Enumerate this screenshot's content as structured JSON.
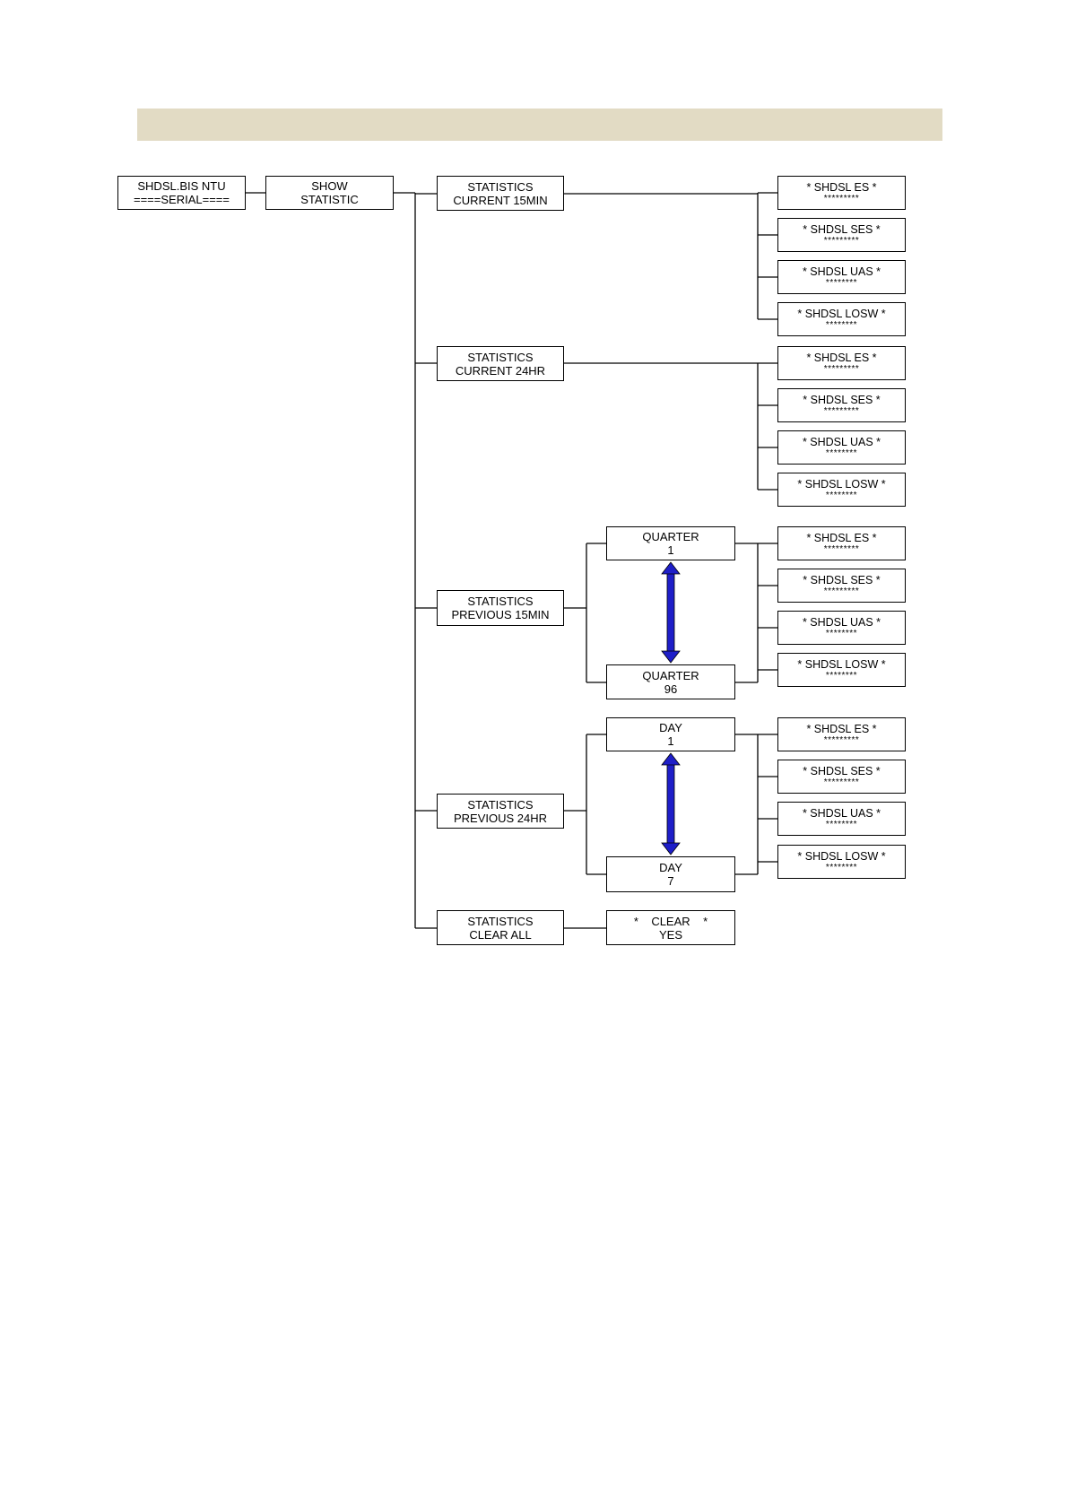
{
  "header": {
    "band_color": "#e2dbc4"
  },
  "colors": {
    "line": "#000000",
    "arrow": "#1e1ec8",
    "box_border": "#000000"
  },
  "diagram": {
    "root": {
      "line1": "SHDSL.BIS  NTU",
      "line2": "====SERIAL===="
    },
    "show": {
      "line1": "SHOW",
      "line2": "STATISTIC"
    },
    "menu": [
      {
        "line1": "STATISTICS",
        "line2": "CURRENT 15MIN",
        "leaves": [
          {
            "line1": "* SHDSL ES *",
            "line2": "*********"
          },
          {
            "line1": "* SHDSL SES *",
            "line2": "*********"
          },
          {
            "line1": "* SHDSL UAS *",
            "line2": "********"
          },
          {
            "line1": "* SHDSL LOSW *",
            "line2": "********"
          }
        ]
      },
      {
        "line1": "STATISTICS",
        "line2": "CURRENT 24HR",
        "leaves": [
          {
            "line1": "* SHDSL ES *",
            "line2": "*********"
          },
          {
            "line1": "* SHDSL SES *",
            "line2": "*********"
          },
          {
            "line1": "* SHDSL UAS *",
            "line2": "********"
          },
          {
            "line1": "* SHDSL LOSW *",
            "line2": "********"
          }
        ]
      },
      {
        "line1": "STATISTICS",
        "line2": "PREVIOUS 15MIN",
        "range": [
          {
            "line1": "QUARTER",
            "line2": "1"
          },
          {
            "line1": "QUARTER",
            "line2": "96"
          }
        ],
        "leaves": [
          {
            "line1": "* SHDSL ES *",
            "line2": "*********"
          },
          {
            "line1": "* SHDSL SES *",
            "line2": "*********"
          },
          {
            "line1": "* SHDSL UAS *",
            "line2": "********"
          },
          {
            "line1": "* SHDSL LOSW *",
            "line2": "********"
          }
        ]
      },
      {
        "line1": "STATISTICS",
        "line2": "PREVIOUS 24HR",
        "range": [
          {
            "line1": "DAY",
            "line2": "1"
          },
          {
            "line1": "DAY",
            "line2": "7"
          }
        ],
        "leaves": [
          {
            "line1": "* SHDSL ES *",
            "line2": "*********"
          },
          {
            "line1": "* SHDSL SES *",
            "line2": "*********"
          },
          {
            "line1": "* SHDSL UAS *",
            "line2": "********"
          },
          {
            "line1": "* SHDSL LOSW *",
            "line2": "********"
          }
        ]
      },
      {
        "line1": "STATISTICS",
        "line2": "CLEAR ALL",
        "action": {
          "line1": "*    CLEAR    *",
          "line2": "YES"
        }
      }
    ]
  }
}
